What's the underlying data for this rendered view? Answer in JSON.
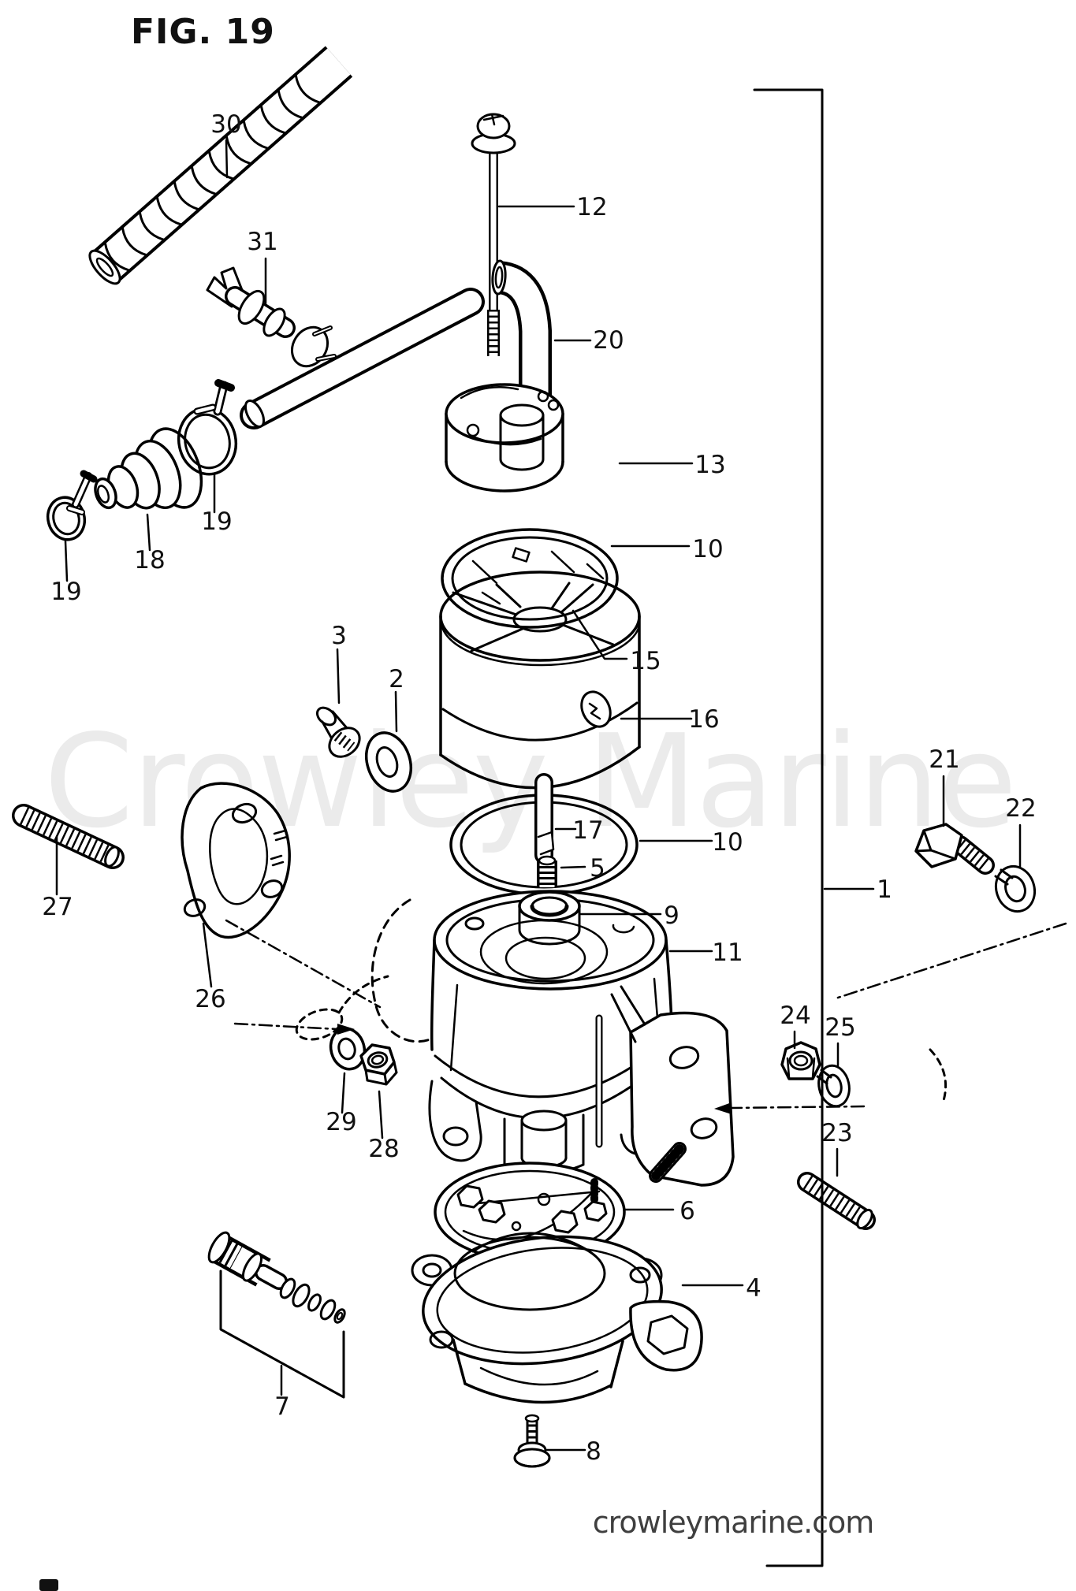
{
  "figure": {
    "title": "FIG. 19"
  },
  "watermark": {
    "text": "Crowley Marine"
  },
  "footer": {
    "site_text": "crowleymarine.com"
  },
  "callouts": [
    {
      "label": "30"
    },
    {
      "label": "12"
    },
    {
      "label": "31"
    },
    {
      "label": "20"
    },
    {
      "label": "13"
    },
    {
      "label": "10"
    },
    {
      "label": "19"
    },
    {
      "label": "18"
    },
    {
      "label": "19"
    },
    {
      "label": "3"
    },
    {
      "label": "2"
    },
    {
      "label": "15"
    },
    {
      "label": "16"
    },
    {
      "label": "27"
    },
    {
      "label": "26"
    },
    {
      "label": "1"
    },
    {
      "label": "21"
    },
    {
      "label": "22"
    },
    {
      "label": "17"
    },
    {
      "label": "5"
    },
    {
      "label": "9"
    },
    {
      "label": "10"
    },
    {
      "label": "11"
    },
    {
      "label": "24"
    },
    {
      "label": "25"
    },
    {
      "label": "23"
    },
    {
      "label": "29"
    },
    {
      "label": "28"
    },
    {
      "label": "6"
    },
    {
      "label": "4"
    },
    {
      "label": "7"
    },
    {
      "label": "8"
    }
  ]
}
